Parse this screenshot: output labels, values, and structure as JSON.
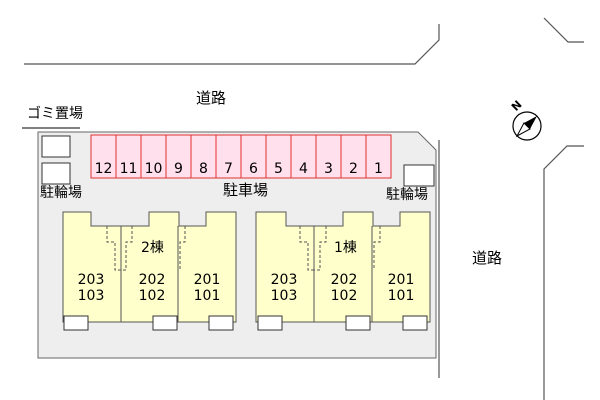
{
  "roads": {
    "top": "道路",
    "right": "道路"
  },
  "facilities": {
    "garbage": "ゴミ置場",
    "bicycle_left": "駐輪場",
    "bicycle_right": "駐輪場",
    "parking": "駐車場"
  },
  "parking_slots": [
    "12",
    "11",
    "10",
    "9",
    "8",
    "7",
    "6",
    "5",
    "4",
    "3",
    "2",
    "1"
  ],
  "buildings": [
    {
      "name": "2棟",
      "units": [
        {
          "upper": "203",
          "lower": "103"
        },
        {
          "upper": "202",
          "lower": "102"
        },
        {
          "upper": "201",
          "lower": "101"
        }
      ]
    },
    {
      "name": "1棟",
      "units": [
        {
          "upper": "203",
          "lower": "103"
        },
        {
          "upper": "202",
          "lower": "102"
        },
        {
          "upper": "201",
          "lower": "101"
        }
      ]
    }
  ],
  "compass": {
    "label": "N",
    "icon": "north-arrow-icon"
  },
  "colors": {
    "building_fill": "#ffffcc",
    "parking_fill": "#ffe0ec",
    "parking_stroke": "#e03030",
    "site_fill": "#eeeeee"
  }
}
